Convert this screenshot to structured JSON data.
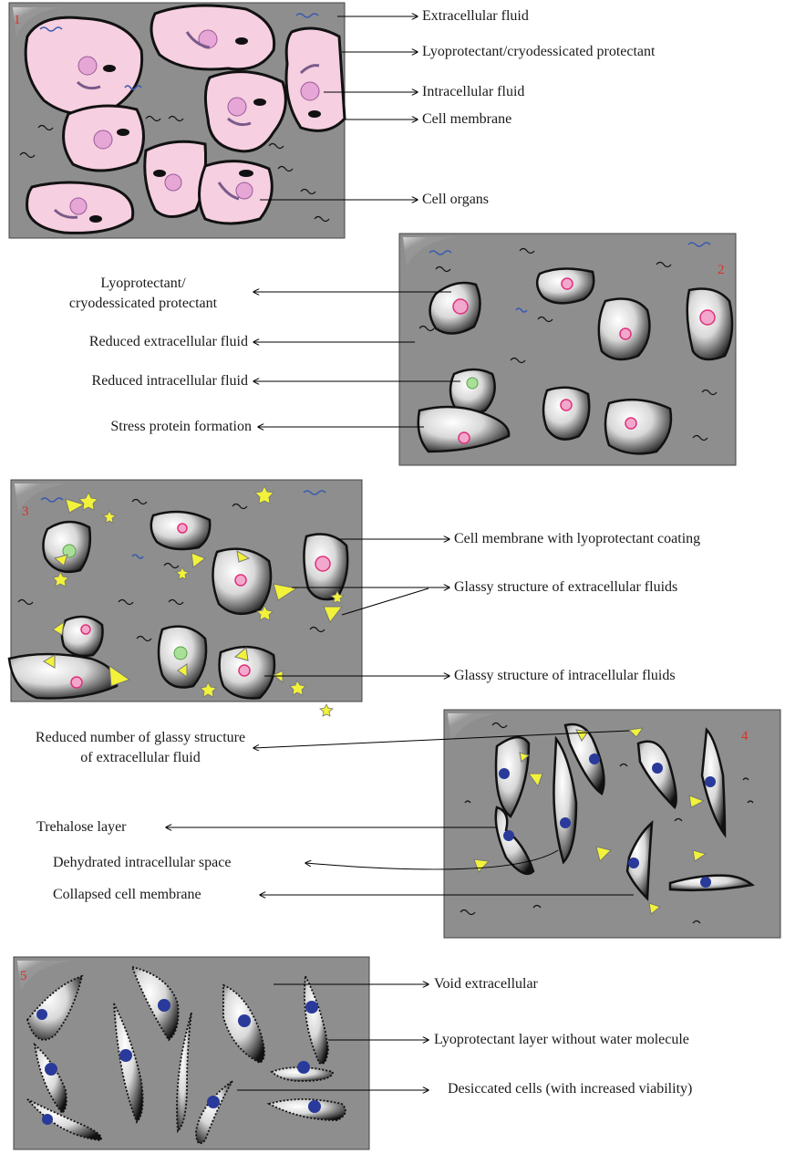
{
  "panels": [
    {
      "number": "1",
      "labels": [
        "Extracellular fluid",
        "Lyoprotectant/cryodessicated protectant",
        "Intracellular fluid",
        "Cell membrane",
        "Cell organs"
      ]
    },
    {
      "number": "2",
      "labels": [
        "Lyoprotectant/\ncryodessicated protectant",
        "Reduced extracellular fluid",
        "Reduced intracellular fluid",
        "Stress protein formation"
      ]
    },
    {
      "number": "3",
      "labels": [
        "Cell membrane with lyoprotectant coating",
        "Glassy structure of extracellular fluids",
        "Glassy structure of intracellular fluids"
      ]
    },
    {
      "number": "4",
      "labels": [
        "Reduced number of glassy structure of extracellular fluid",
        "Trehalose layer",
        "Dehydrated intracellular space",
        "Collapsed cell membrane"
      ]
    },
    {
      "number": "5",
      "labels": [
        "Void extracellular",
        "Lyoprotectant layer without water molecule",
        "Desiccated cells (with increased viability)"
      ]
    }
  ],
  "colors": {
    "background": "#8e8e8e",
    "cell_pink": "#f6cfe0",
    "nucleus_pink": "#e6a6d6",
    "protein_blue": "#3a5ab0",
    "glass_yellow": "#f2f23a",
    "nucleus_navy": "#2a3a9a",
    "stress_green": "#a8e098"
  }
}
